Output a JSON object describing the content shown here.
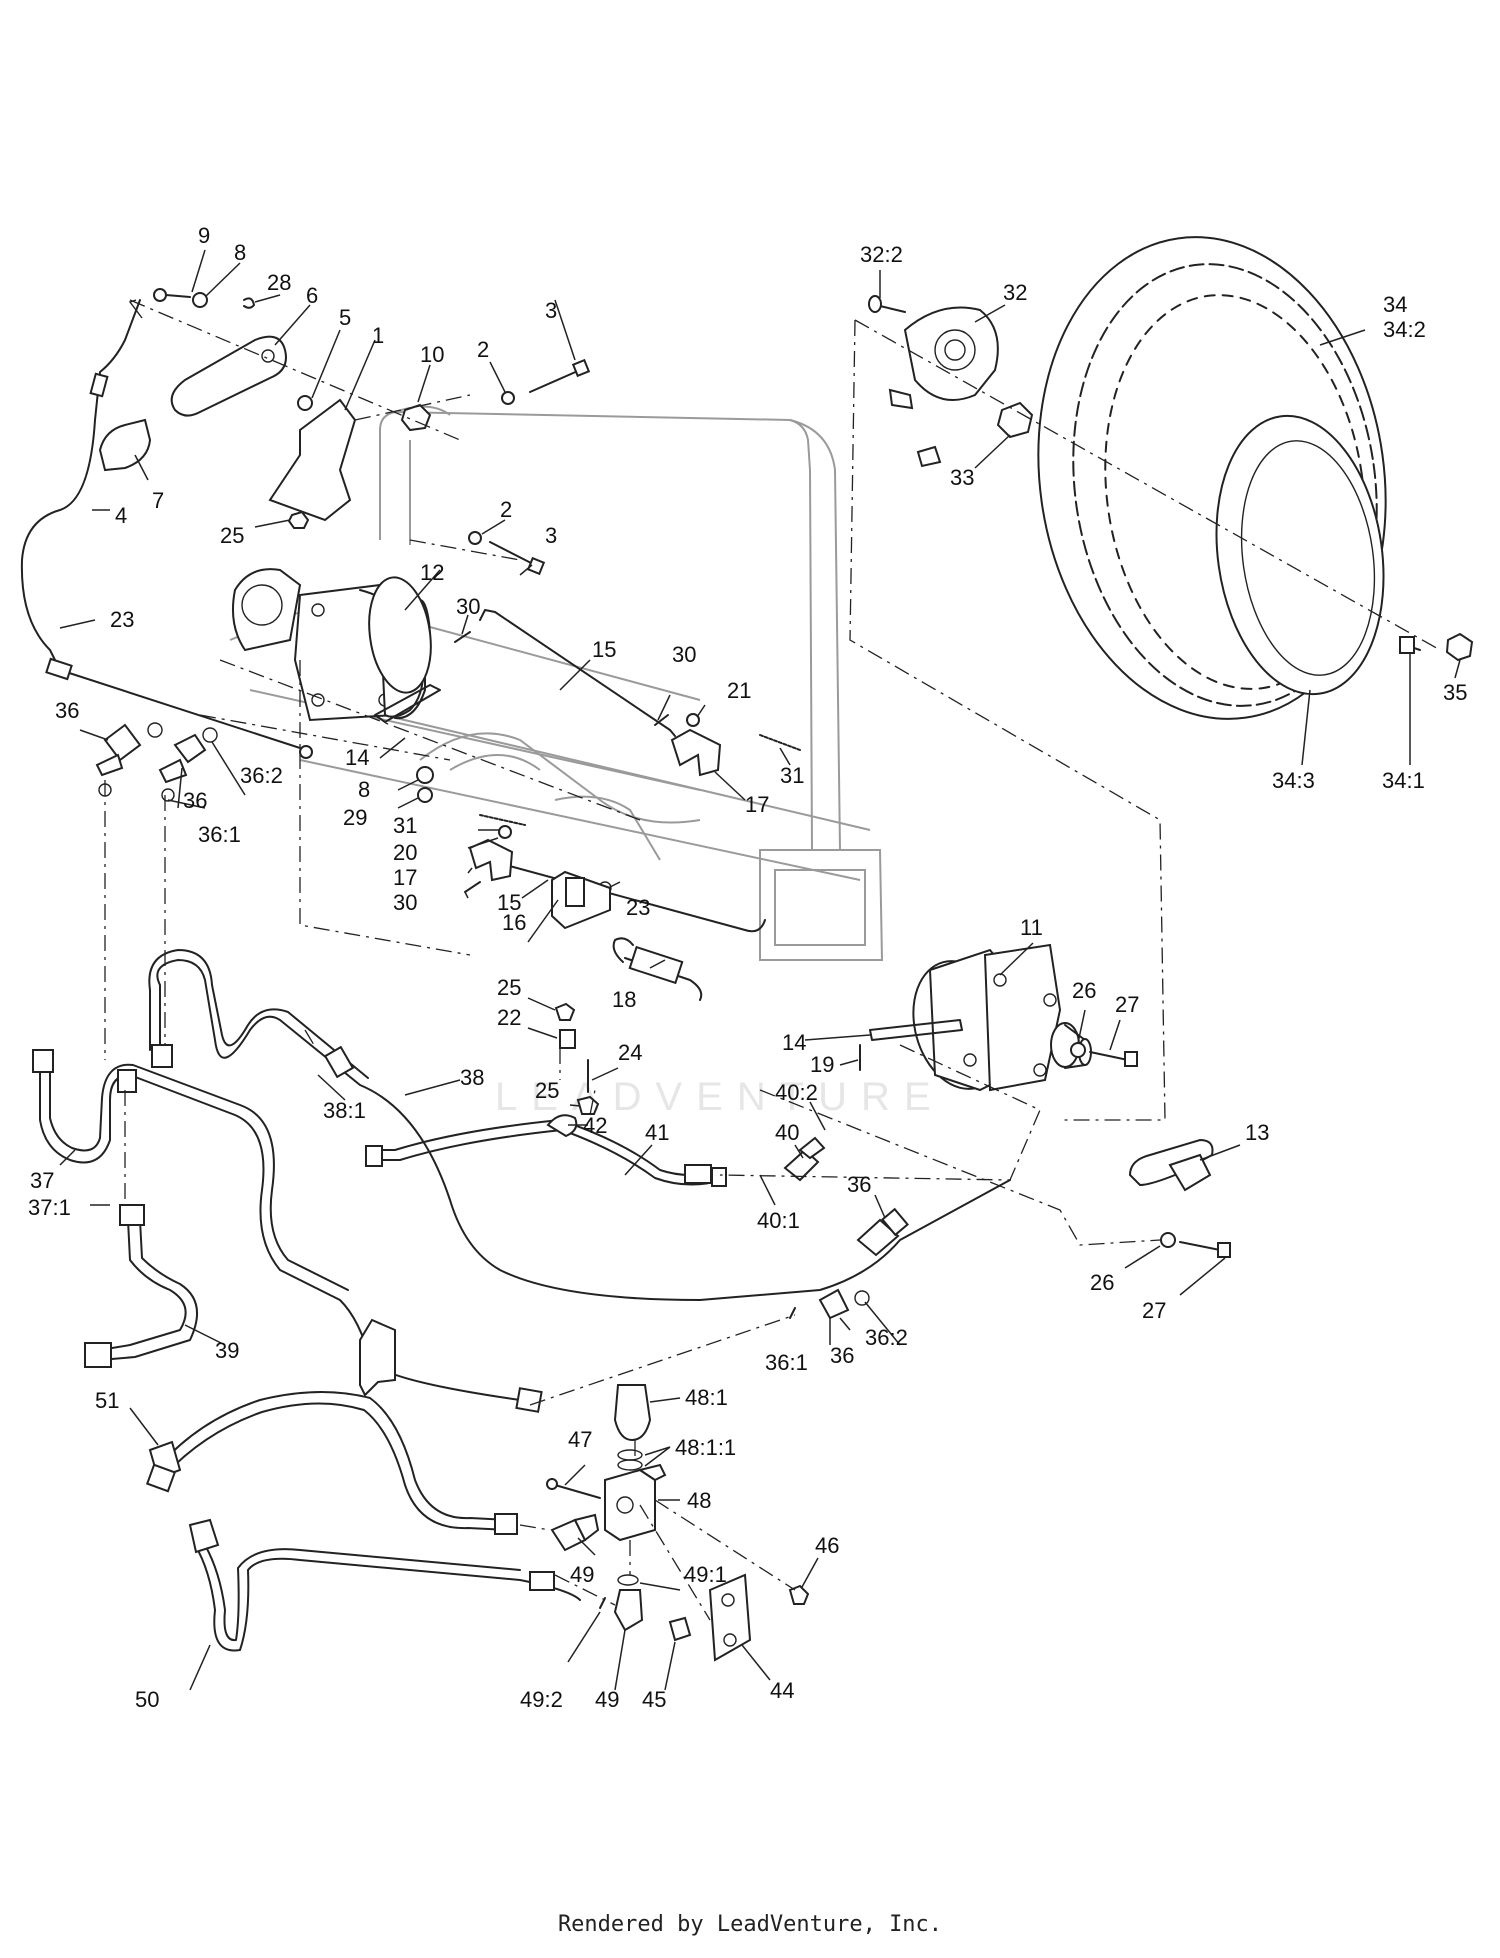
{
  "watermark": "LEADVENTURE",
  "footer": "Rendered by LeadVenture, Inc.",
  "callouts": [
    {
      "id": "c-9",
      "label": "9"
    },
    {
      "id": "c-8a",
      "label": "8"
    },
    {
      "id": "c-28",
      "label": "28"
    },
    {
      "id": "c-6",
      "label": "6"
    },
    {
      "id": "c-5",
      "label": "5"
    },
    {
      "id": "c-1",
      "label": "1"
    },
    {
      "id": "c-10",
      "label": "10"
    },
    {
      "id": "c-2a",
      "label": "2"
    },
    {
      "id": "c-3a",
      "label": "3"
    },
    {
      "id": "c-7",
      "label": "7"
    },
    {
      "id": "c-4",
      "label": "4"
    },
    {
      "id": "c-25a",
      "label": "25"
    },
    {
      "id": "c-2b",
      "label": "2"
    },
    {
      "id": "c-3b",
      "label": "3"
    },
    {
      "id": "c-12",
      "label": "12"
    },
    {
      "id": "c-23a",
      "label": "23"
    },
    {
      "id": "c-30a",
      "label": "30"
    },
    {
      "id": "c-15a",
      "label": "15"
    },
    {
      "id": "c-30b",
      "label": "30"
    },
    {
      "id": "c-21",
      "label": "21"
    },
    {
      "id": "c-31a",
      "label": "31"
    },
    {
      "id": "c-17a",
      "label": "17"
    },
    {
      "id": "c-36a",
      "label": "36"
    },
    {
      "id": "c-36b",
      "label": "36"
    },
    {
      "id": "c-36-2a",
      "label": "36:2"
    },
    {
      "id": "c-36-1a",
      "label": "36:1"
    },
    {
      "id": "c-14a",
      "label": "14"
    },
    {
      "id": "c-8b",
      "label": "8"
    },
    {
      "id": "c-29",
      "label": "29"
    },
    {
      "id": "c-31b",
      "label": "31"
    },
    {
      "id": "c-20",
      "label": "20"
    },
    {
      "id": "c-17b",
      "label": "17"
    },
    {
      "id": "c-30c",
      "label": "30"
    },
    {
      "id": "c-15b",
      "label": "15"
    },
    {
      "id": "c-23b",
      "label": "23"
    },
    {
      "id": "c-16",
      "label": "16"
    },
    {
      "id": "c-25b",
      "label": "25"
    },
    {
      "id": "c-22",
      "label": "22"
    },
    {
      "id": "c-18",
      "label": "18"
    },
    {
      "id": "c-24",
      "label": "24"
    },
    {
      "id": "c-25c",
      "label": "25"
    },
    {
      "id": "c-14b",
      "label": "14"
    },
    {
      "id": "c-19",
      "label": "19"
    },
    {
      "id": "c-11",
      "label": "11"
    },
    {
      "id": "c-26a",
      "label": "26"
    },
    {
      "id": "c-27a",
      "label": "27"
    },
    {
      "id": "c-32-2",
      "label": "32:2"
    },
    {
      "id": "c-32",
      "label": "32"
    },
    {
      "id": "c-33",
      "label": "33"
    },
    {
      "id": "c-34",
      "label": "34"
    },
    {
      "id": "c-34-2",
      "label": "34:2"
    },
    {
      "id": "c-35",
      "label": "35"
    },
    {
      "id": "c-34-3",
      "label": "34:3"
    },
    {
      "id": "c-34-1",
      "label": "34:1"
    },
    {
      "id": "c-38",
      "label": "38"
    },
    {
      "id": "c-38-1",
      "label": "38:1"
    },
    {
      "id": "c-42",
      "label": "42"
    },
    {
      "id": "c-41",
      "label": "41"
    },
    {
      "id": "c-40-2",
      "label": "40:2"
    },
    {
      "id": "c-40",
      "label": "40"
    },
    {
      "id": "c-40-1",
      "label": "40:1"
    },
    {
      "id": "c-36c",
      "label": "36"
    },
    {
      "id": "c-13",
      "label": "13"
    },
    {
      "id": "c-26b",
      "label": "26"
    },
    {
      "id": "c-27b",
      "label": "27"
    },
    {
      "id": "c-37",
      "label": "37"
    },
    {
      "id": "c-37-1",
      "label": "37:1"
    },
    {
      "id": "c-39",
      "label": "39"
    },
    {
      "id": "c-36-1b",
      "label": "36:1"
    },
    {
      "id": "c-36d",
      "label": "36"
    },
    {
      "id": "c-36-2b",
      "label": "36:2"
    },
    {
      "id": "c-51",
      "label": "51"
    },
    {
      "id": "c-48-1",
      "label": "48:1"
    },
    {
      "id": "c-47",
      "label": "47"
    },
    {
      "id": "c-48-1-1",
      "label": "48:1:1"
    },
    {
      "id": "c-48",
      "label": "48"
    },
    {
      "id": "c-49a",
      "label": "49"
    },
    {
      "id": "c-49-1",
      "label": "49:1"
    },
    {
      "id": "c-46",
      "label": "46"
    },
    {
      "id": "c-50",
      "label": "50"
    },
    {
      "id": "c-49-2",
      "label": "49:2"
    },
    {
      "id": "c-49b",
      "label": "49"
    },
    {
      "id": "c-45",
      "label": "45"
    },
    {
      "id": "c-44",
      "label": "44"
    }
  ]
}
